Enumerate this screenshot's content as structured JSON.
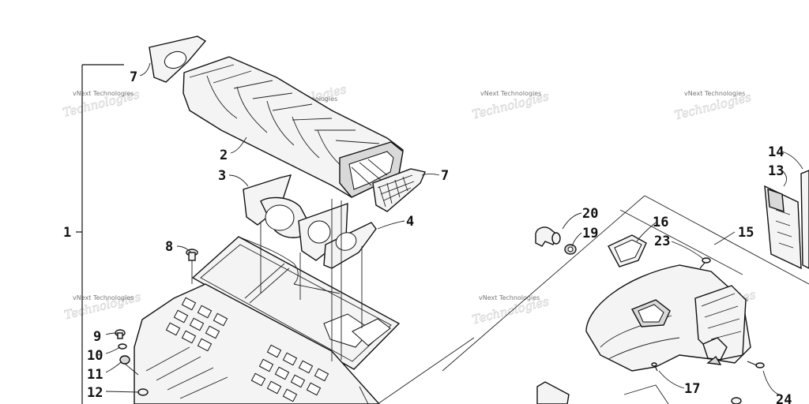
{
  "callouts": {
    "c1": "1",
    "c2": "2",
    "c3": "3",
    "c4": "4",
    "c7a": "7",
    "c7b": "7",
    "c8": "8",
    "c9": "9",
    "c10": "10",
    "c11": "11",
    "c12": "12",
    "c13": "13",
    "c14": "14",
    "c15": "15",
    "c16": "16",
    "c17": "17",
    "c19": "19",
    "c20": "20",
    "c23": "23",
    "c24": "24"
  },
  "watermark": {
    "text": "vNext Technologies"
  }
}
